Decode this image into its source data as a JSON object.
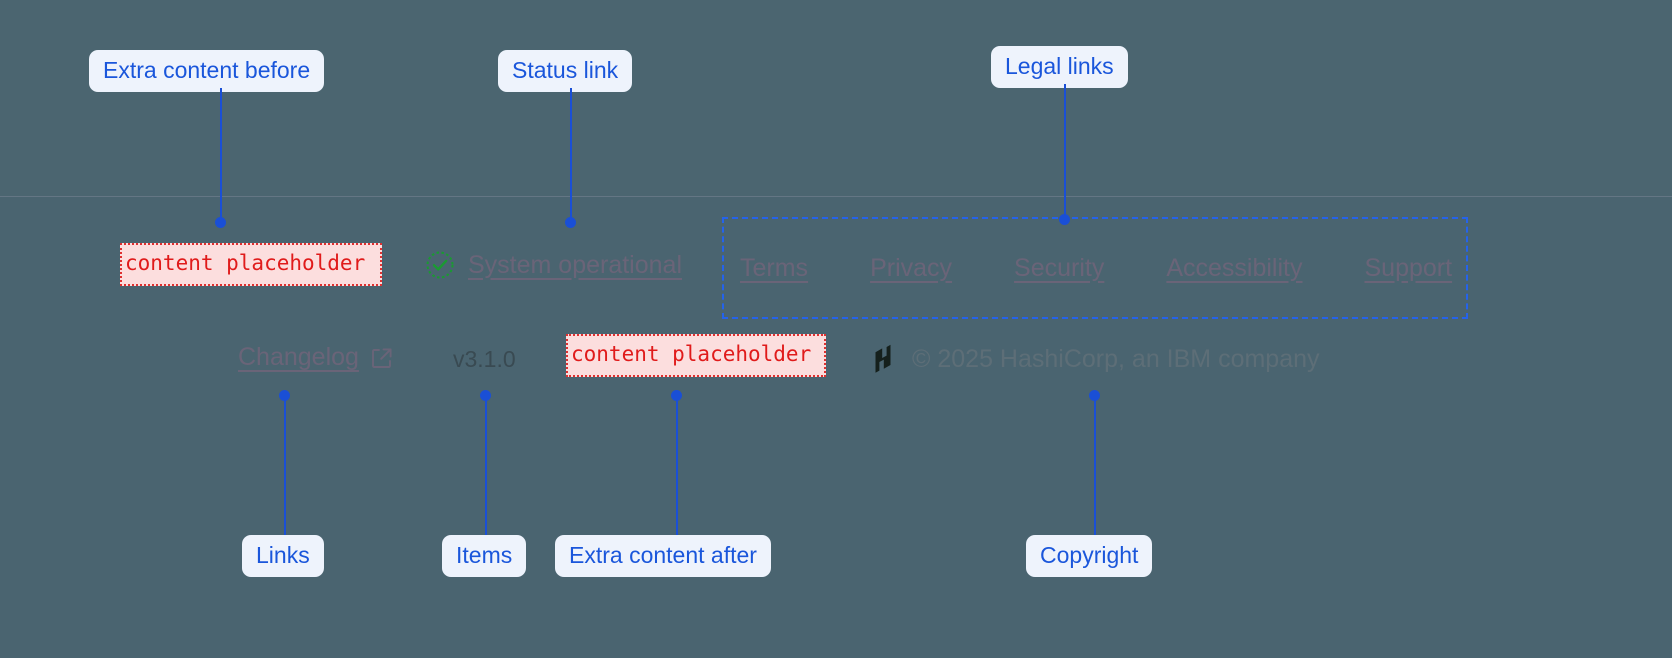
{
  "footer": {
    "extra_before": {
      "text": "content placeholder"
    },
    "status": {
      "label": "System operational",
      "icon": "check-circle-icon",
      "icon_color": "#1a9a32"
    },
    "legal_links": [
      {
        "label": "Terms"
      },
      {
        "label": "Privacy"
      },
      {
        "label": "Security"
      },
      {
        "label": "Accessibility"
      },
      {
        "label": "Support"
      }
    ],
    "changelog": {
      "label": "Changelog",
      "icon": "external-link-icon"
    },
    "version": "v3.1.0",
    "extra_after": {
      "text": "content placeholder"
    },
    "copyright": {
      "logo": "hashicorp-logo",
      "text": "© 2025 HashiCorp, an IBM company"
    }
  },
  "annotations": {
    "extra_before": "Extra content before",
    "status_link": "Status link",
    "legal_links": "Legal links",
    "links": "Links",
    "items": "Items",
    "extra_after": "Extra content after",
    "copyright": "Copyright"
  },
  "colors": {
    "background": "#4b6570",
    "callout_bg": "#eef3fc",
    "callout_text": "#1a56db",
    "leader": "#1a4fd6",
    "placeholder_bg": "#fcdede",
    "placeholder_border": "#e03030",
    "placeholder_text": "#e01b1b",
    "link_text": "#6a6478",
    "dashed_box": "#2563eb"
  }
}
